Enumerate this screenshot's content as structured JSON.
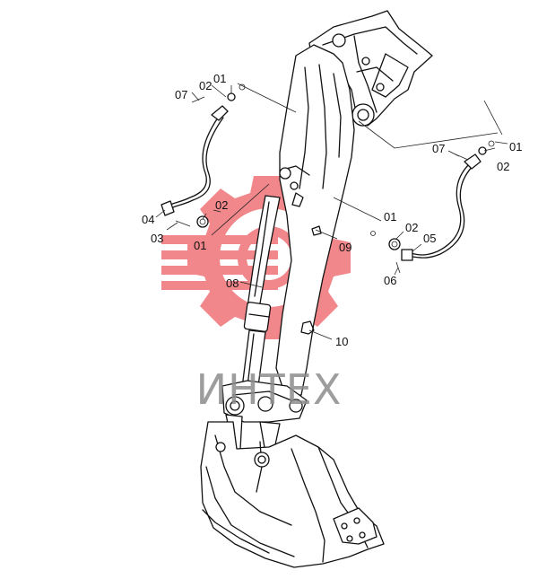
{
  "watermark": {
    "text": "ИНТЕХ",
    "gear_color": "#e8383d",
    "text_color": "#8c8c8c"
  },
  "labels": {
    "p01_left_top": "01",
    "p02_left_top": "02",
    "p07_left": "07",
    "p02_left_mid": "02",
    "p04": "04",
    "p03": "03",
    "p01_left_mid": "01",
    "p08": "08",
    "p09": "09",
    "p10": "10",
    "p01_right_mid": "01",
    "p02_right_mid": "02",
    "p05": "05",
    "p06": "06",
    "p01_right_top": "01",
    "p07_right": "07",
    "p02_right_top": "02"
  }
}
